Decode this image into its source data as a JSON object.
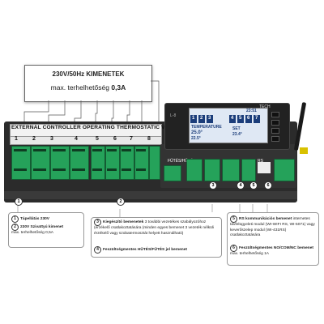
{
  "callout_top": {
    "line1": "230V/50Hz KIMENETEK",
    "line2_prefix": "max. terhelhetőség",
    "line2_value": "0,3A"
  },
  "strip": {
    "label": "EXTERNAL CONTROLLER OPERATING THERMOSTATIC VALVES",
    "numbers": [
      "1",
      "2",
      "3",
      "4",
      "5",
      "6",
      "7",
      "8"
    ]
  },
  "controller": {
    "brand": "TECH",
    "model": "L-8",
    "screen": {
      "zone_digits": [
        "1",
        "2",
        "3",
        "4",
        "5",
        "6",
        "7"
      ],
      "temp1": "25.0°",
      "temp2": "22.5°",
      "temp3": "23.4°",
      "time": "23:51",
      "mode_label": "TEMPERATURE",
      "set_label": "SET"
    }
  },
  "device_tags": {
    "fe": "FŰTÉS/HŰTÉS",
    "rs": "RS"
  },
  "pins": [
    "1",
    "2",
    "3",
    "4",
    "5",
    "6"
  ],
  "notes": {
    "n1": {
      "badge": "1",
      "title": "Tápellátás 230V"
    },
    "n2": {
      "badge": "2",
      "title": "230V Szivattyú kimenet",
      "text": "max. terhelhetőség 0,5A"
    },
    "n3": {
      "badge": "3",
      "title": "Kiegészítő bemenetek",
      "text": "3 további vezetékes szabályozóhoz (érzékelő csatlakoztatására (minden egyes bemenet 3 vezeték nélküli érzékelő vagy szobatermosztát helyett használható)"
    },
    "n4": {
      "badge": "4",
      "title": "Feszültségmentes HŰTÉS/FŰTÉS jel bemenet"
    },
    "n5": {
      "badge": "5",
      "title": "RS kommunikációs bemenet",
      "text": "internetes távfelügyeleti modul (WI-WIFI RS, WI-5071) vagy keverőszelep modul (WI-431RS) csatlakoztatására"
    },
    "n6": {
      "badge": "6",
      "title": "Feszültségmentes NO/COM/NC bemenet",
      "text": "max. terhelhetőség  1A"
    }
  },
  "colors": {
    "terminal_green": "#25a25a",
    "device_body": "#2b2b2b",
    "screen_blue": "#1b3d7a",
    "antenna_base": "#d8c100"
  }
}
